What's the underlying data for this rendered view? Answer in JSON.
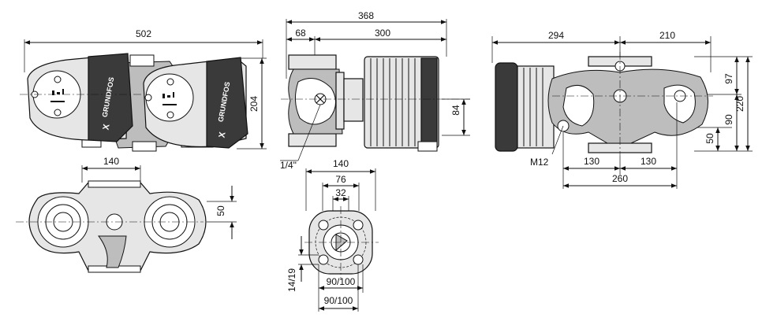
{
  "dimensions": {
    "top_left_width": "502",
    "top_left_height": "204",
    "bottom_left_width": "140",
    "bottom_left_offset": "50",
    "side_overall": "368",
    "side_flange": "68",
    "side_motor": "300",
    "side_shaft_height": "84",
    "side_thread": "1/4\"",
    "flange_outer": "140",
    "flange_76": "76",
    "flange_32": "32",
    "flange_bolt_circle_1": "90/100",
    "flange_bolt_circle_2": "90/100",
    "flange_holes": "14/19",
    "right_left_width": "294",
    "right_right_width": "210",
    "right_h97": "97",
    "right_h220": "220",
    "right_h90": "90",
    "right_h50": "50",
    "right_bolt": "M12",
    "right_130a": "130",
    "right_130b": "130",
    "right_260": "260"
  },
  "labels": {
    "brand": "GRUNDFOS",
    "mark": "X"
  },
  "colors": {
    "line": "#111111",
    "body": "#e6e6e6",
    "dark": "#3a3a3a",
    "background": "#ffffff"
  }
}
